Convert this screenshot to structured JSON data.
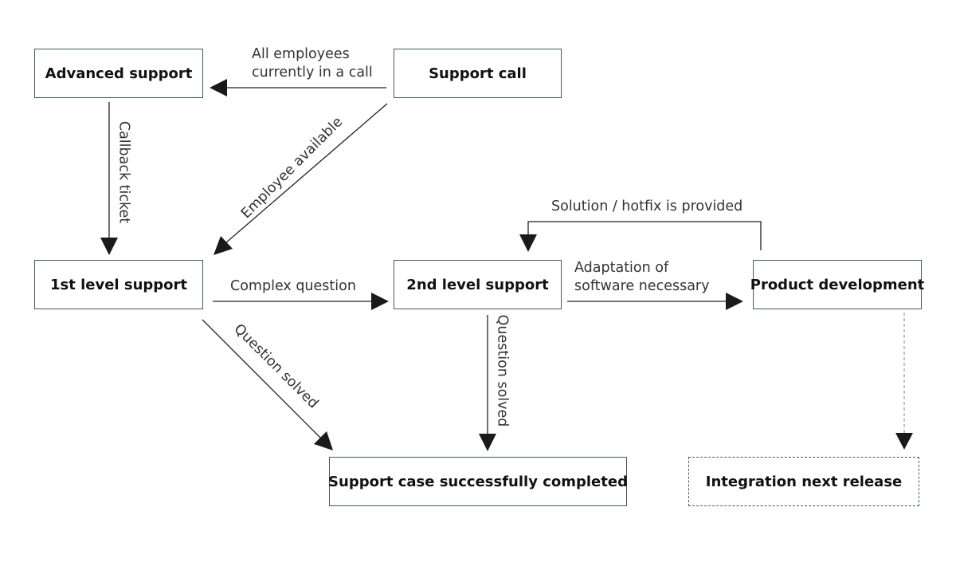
{
  "nodes": {
    "advanced_support": "Advanced support",
    "support_call": "Support call",
    "first_level_support": "1st level support",
    "second_level_support": "2nd level support",
    "product_development": "Product development",
    "support_completed": "Support case successfully completed",
    "integration_next_release": "Integration next release"
  },
  "edges": {
    "all_employees_busy": {
      "line1": "All employees",
      "line2": "currently in a call"
    },
    "callback_ticket": "Callback ticket",
    "employee_available": "Employee available",
    "solution_hotfix": "Solution / hotfix is provided",
    "complex_question": "Complex question",
    "adaptation_needed": {
      "line1": "Adaptation of",
      "line2": "software necessary"
    },
    "question_solved_first": "Question solved",
    "question_solved_second": "Question solved"
  },
  "colors": {
    "line": "#222222",
    "box_border": "#3f5b63",
    "dashed_line": "#9aa3a6"
  }
}
